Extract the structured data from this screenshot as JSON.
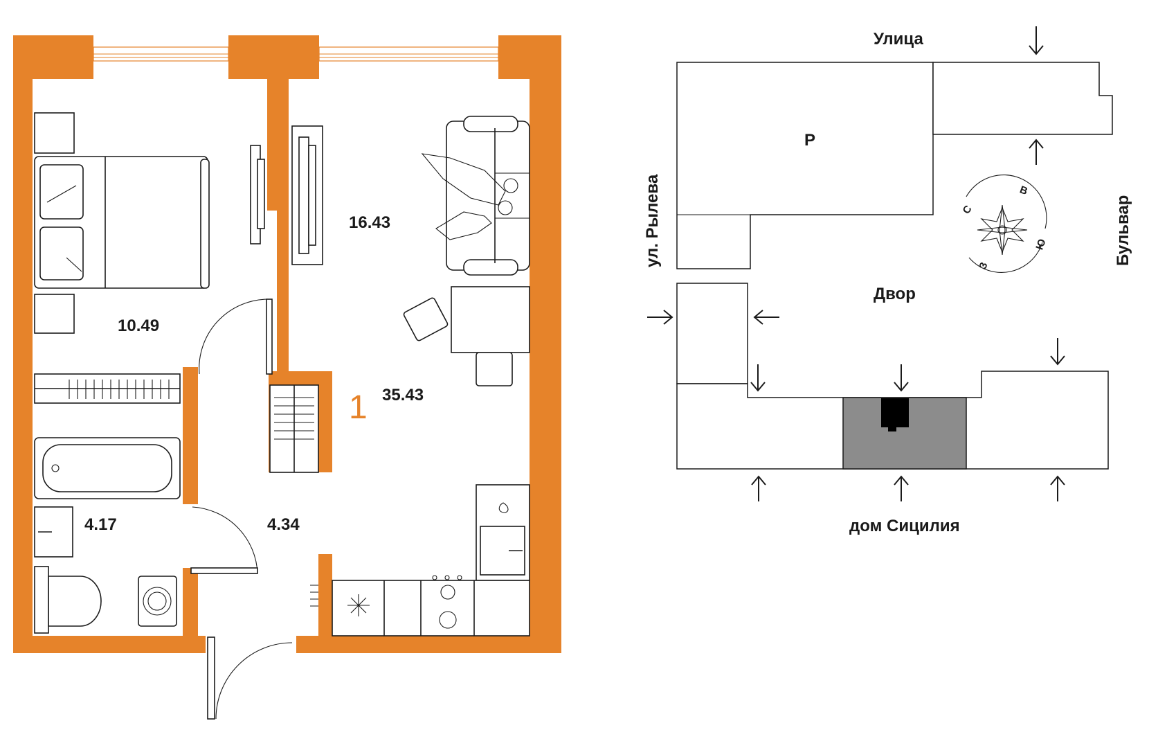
{
  "colors": {
    "wall": "#e6832a",
    "highlight_section": "#8c8c8c",
    "ink": "#1a1a1a"
  },
  "floorplan": {
    "rooms_count": "1",
    "total_area": "35.43",
    "rooms": [
      {
        "name": "bedroom",
        "area": "10.49"
      },
      {
        "name": "living-kitchen",
        "area": "16.43"
      },
      {
        "name": "bathroom",
        "area": "4.17"
      },
      {
        "name": "hallway",
        "area": "4.34"
      }
    ]
  },
  "site_plan": {
    "street_top": "Улица",
    "street_left": "ул. Рылева",
    "street_right": "Бульвар",
    "yard": "Двор",
    "neighbor_house": "дом Сицилия",
    "parking_marker": "Р",
    "compass": {
      "north": "С",
      "east": "В",
      "south": "Ю",
      "west": "З"
    }
  },
  "icons": [
    "snowflake-icon",
    "compass-rose-icon",
    "entrance-arrow-icon",
    "unit-location-marker-icon"
  ]
}
